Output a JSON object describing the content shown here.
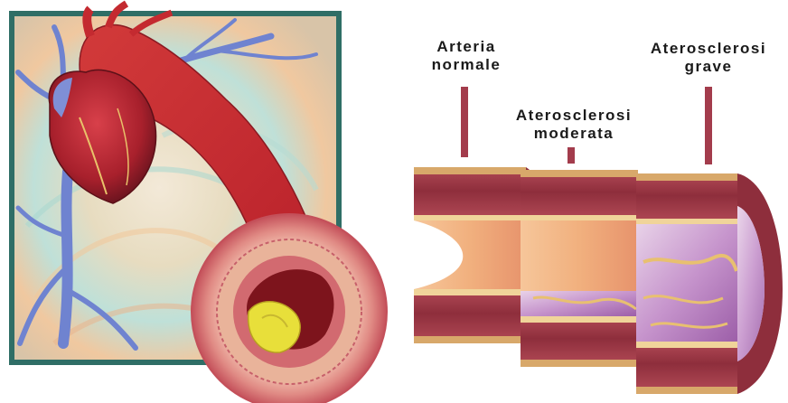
{
  "labels": {
    "normal": {
      "line1": "Arteria",
      "line2": "normale"
    },
    "moderate": {
      "line1": "Aterosclerosi",
      "line2": "moderata"
    },
    "severe": {
      "line1": "Aterosclerosi",
      "line2": "grave"
    }
  },
  "colors": {
    "artery_red": "#c42a30",
    "artery_dark": "#8c1c22",
    "vessel_wall": "#a83a48",
    "intima": "#f2c27a",
    "plaque_yellow": "#e8e02a",
    "plaque_purple": "#c79ad0",
    "vein_blue": "#7b8ed6",
    "frame_teal": "#5d8f8a",
    "pointer": "#a33c4c"
  },
  "panels": [
    {
      "id": "heart-illustration",
      "content": "heart-with-arteries"
    },
    {
      "id": "artery-sections",
      "content": [
        "normal",
        "moderate",
        "severe"
      ]
    }
  ]
}
